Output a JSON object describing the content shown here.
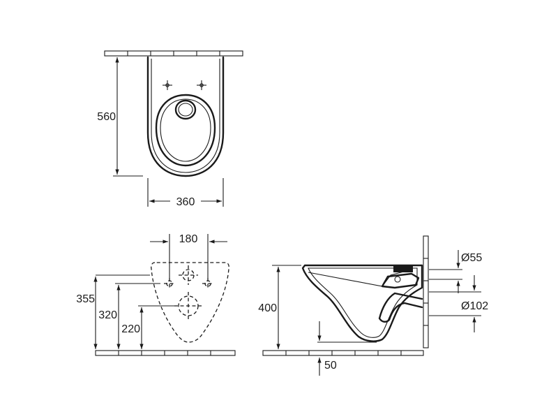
{
  "top_view": {
    "depth_label": "560",
    "width_label": "360"
  },
  "rear_view": {
    "bolt_spacing_label": "180",
    "height_top_label": "355",
    "height_fixing_label": "320",
    "height_outlet_label": "220"
  },
  "side_view": {
    "rim_height_label": "400",
    "inlet_diameter_label": "Ø55",
    "outlet_diameter_label": "Ø102",
    "outlet_offset_label": "50"
  },
  "colors": {
    "ink": "#1a1a1a",
    "background": "#ffffff"
  }
}
